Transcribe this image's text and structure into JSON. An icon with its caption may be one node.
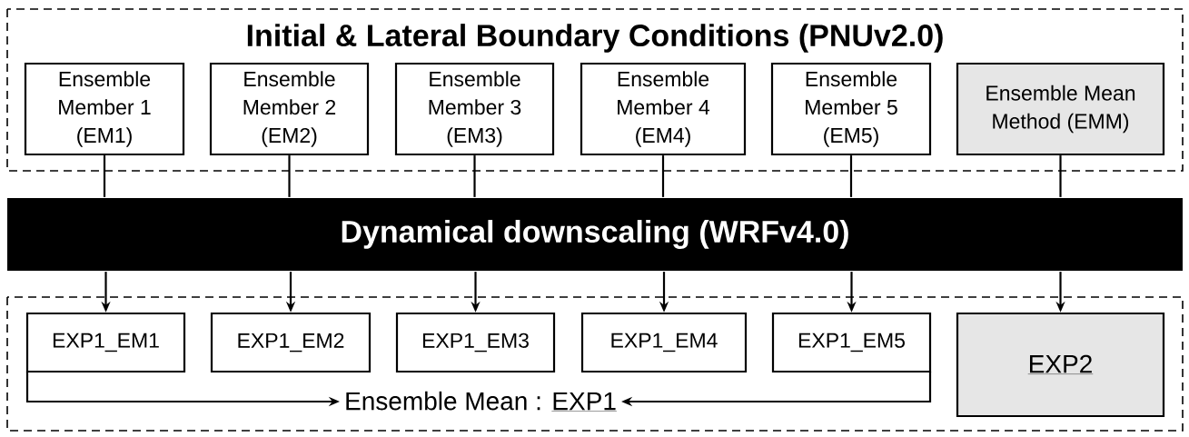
{
  "diagram": {
    "nodes": [
      {
        "text": [
          "Initial & Lateral Boundary Conditions (PNUv2.0)"
        ]
      },
      {
        "text": [
          "Ensemble Member 1 (EM1)"
        ],
        "in": 0
      },
      {
        "text": [
          "Ensemble Member 2 (EM2)"
        ],
        "in": 0
      },
      {
        "text": [
          "Ensemble Member 3 (EM3)"
        ],
        "in": 0
      },
      {
        "text": [
          "Ensemble Member 4 (EM4)"
        ],
        "in": 0
      },
      {
        "text": [
          "Ensemble Member 5 (EM5)"
        ],
        "in": 0
      },
      {
        "text": [
          "Ensemble Mean Method (EMM)"
        ],
        "in": 0
      },
      {
        "text": [
          "Dynamical downscaling (WRFv4.0)"
        ]
      },
      {
        "text": [],
        "shape": "box"
      },
      {
        "text": [
          "EXP1_EM1"
        ],
        "in": 8
      },
      {
        "text": [
          "EXP1_EM2"
        ],
        "in": 8
      },
      {
        "text": [
          "EXP1_EM3"
        ],
        "in": 8
      },
      {
        "text": [
          "EXP1_EM4"
        ],
        "in": 8
      },
      {
        "text": [
          "EXP1_EM5"
        ],
        "in": 8
      },
      {
        "text": [
          "EXP2"
        ],
        "in": 8
      },
      {
        "text": [
          "Ensemble Mean :",
          "EXP1"
        ],
        "in": 8
      }
    ],
    "edges": [
      {
        "from": 1,
        "to": 7,
        "arrow": "none"
      },
      {
        "from": 2,
        "to": 7,
        "arrow": "none"
      },
      {
        "from": 3,
        "to": 7,
        "arrow": "none"
      },
      {
        "from": 4,
        "to": 7,
        "arrow": "none"
      },
      {
        "from": 5,
        "to": 7,
        "arrow": "none"
      },
      {
        "from": 6,
        "to": 7,
        "arrow": "none"
      },
      {
        "from": 7,
        "to": 9,
        "arrow": "to"
      },
      {
        "from": 7,
        "to": 10,
        "arrow": "to"
      },
      {
        "from": 7,
        "to": 11,
        "arrow": "to"
      },
      {
        "from": 7,
        "to": 12,
        "arrow": "to"
      },
      {
        "from": 7,
        "to": 13,
        "arrow": "to"
      },
      {
        "from": 7,
        "to": 14,
        "arrow": "to"
      },
      {
        "from": 9,
        "to": 15,
        "arrow": "to"
      },
      {
        "from": 13,
        "to": 15,
        "arrow": "to"
      }
    ]
  }
}
